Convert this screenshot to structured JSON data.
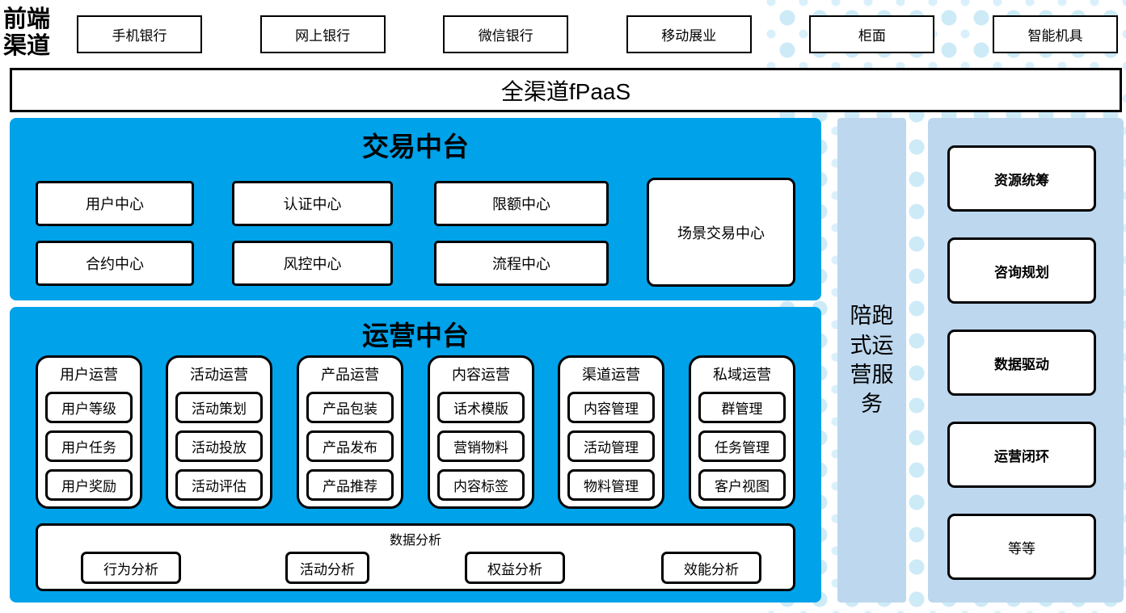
{
  "header": {
    "label": "前端渠道",
    "channels": [
      "手机银行",
      "网上银行",
      "微信银行",
      "移动展业",
      "柜面",
      "智能机具"
    ]
  },
  "fpaas": {
    "label": "全渠道fPaaS"
  },
  "trade_platform": {
    "title": "交易中台",
    "row1": [
      "用户中心",
      "认证中心",
      "限额中心"
    ],
    "row2": [
      "合约中心",
      "风控中心",
      "流程中心"
    ],
    "tall_box": "场景交易中心"
  },
  "ops_platform": {
    "title": "运营中台",
    "columns": [
      {
        "title": "用户运营",
        "items": [
          "用户等级",
          "用户任务",
          "用户奖励"
        ]
      },
      {
        "title": "活动运营",
        "items": [
          "活动策划",
          "活动投放",
          "活动评估"
        ]
      },
      {
        "title": "产品运营",
        "items": [
          "产品包装",
          "产品发布",
          "产品推荐"
        ]
      },
      {
        "title": "内容运营",
        "items": [
          "话术模版",
          "营销物料",
          "内容标签"
        ]
      },
      {
        "title": "渠道运营",
        "items": [
          "内容管理",
          "活动管理",
          "物料管理"
        ]
      },
      {
        "title": "私域运营",
        "items": [
          "群管理",
          "任务管理",
          "客户视图"
        ]
      }
    ],
    "analysis": {
      "title": "数据分析",
      "items": [
        "行为分析",
        "活动分析",
        "权益分析",
        "效能分析"
      ]
    }
  },
  "service_bar": {
    "label": "陪跑式运营服务"
  },
  "right_panel": {
    "items": [
      "资源统筹",
      "咨询规划",
      "数据驱动",
      "运营闭环",
      "等等"
    ]
  },
  "colors": {
    "platform_cyan": "#00a2e9",
    "side_light_blue": "#bdd7ee",
    "dot_pattern": "#cdeaf7",
    "box_border": "#000000",
    "box_fill": "#ffffff"
  }
}
